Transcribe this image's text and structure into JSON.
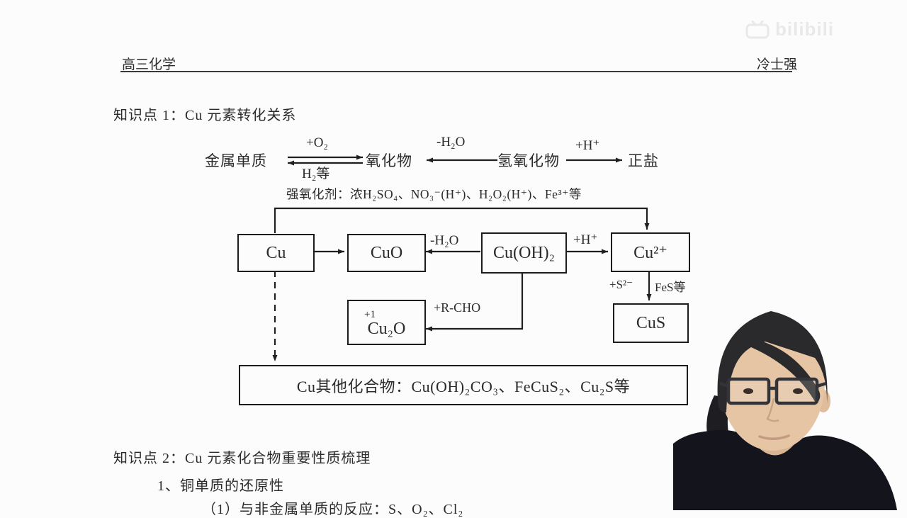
{
  "colors": {
    "ink": "#2b2b2b",
    "paper": "#fcfcfc",
    "box_border": "#1c1c1c"
  },
  "header": {
    "course": "高三化学",
    "teacher": "冷士强"
  },
  "watermark": {
    "label": "bilibili"
  },
  "kp1": {
    "title": "知识点 1：Cu 元素转化关系",
    "flow_row": {
      "metal": "金属单质",
      "plus_o2": "+O₂",
      "h2_etc": "H₂等",
      "oxide": "氧化物",
      "minus_h2o": "-H₂O",
      "hydroxide": "氢氧化物",
      "plus_h": "+H⁺",
      "salt": "正盐"
    },
    "oxidizer_note": "强氧化剂：浓H₂SO₄、NO₃⁻(H⁺)、H₂O₂(H⁺)、Fe³⁺等",
    "diagram": {
      "cu": "Cu",
      "cuo": "CuO",
      "cu_oh2": "Cu(OH)₂",
      "cu2_plus": "Cu²⁺",
      "minus_h2o": "-H₂O",
      "plus_h": "+H⁺",
      "plus_s2": "+S²⁻",
      "fes_etc": "FeS等",
      "cus": "CuS",
      "oxidation_state": "+1",
      "cu2o": "Cu₂O",
      "plus_rcho": "+R-CHO",
      "other_compounds": "Cu其他化合物：Cu(OH)₂CO₃、FeCuS₂、Cu₂S等"
    }
  },
  "kp2": {
    "title": "知识点 2：Cu 元素化合物重要性质梳理",
    "point1": "1、铜单质的还原性",
    "point1_sub": "（1）与非金属单质的反应：S、O₂、Cl₂"
  }
}
